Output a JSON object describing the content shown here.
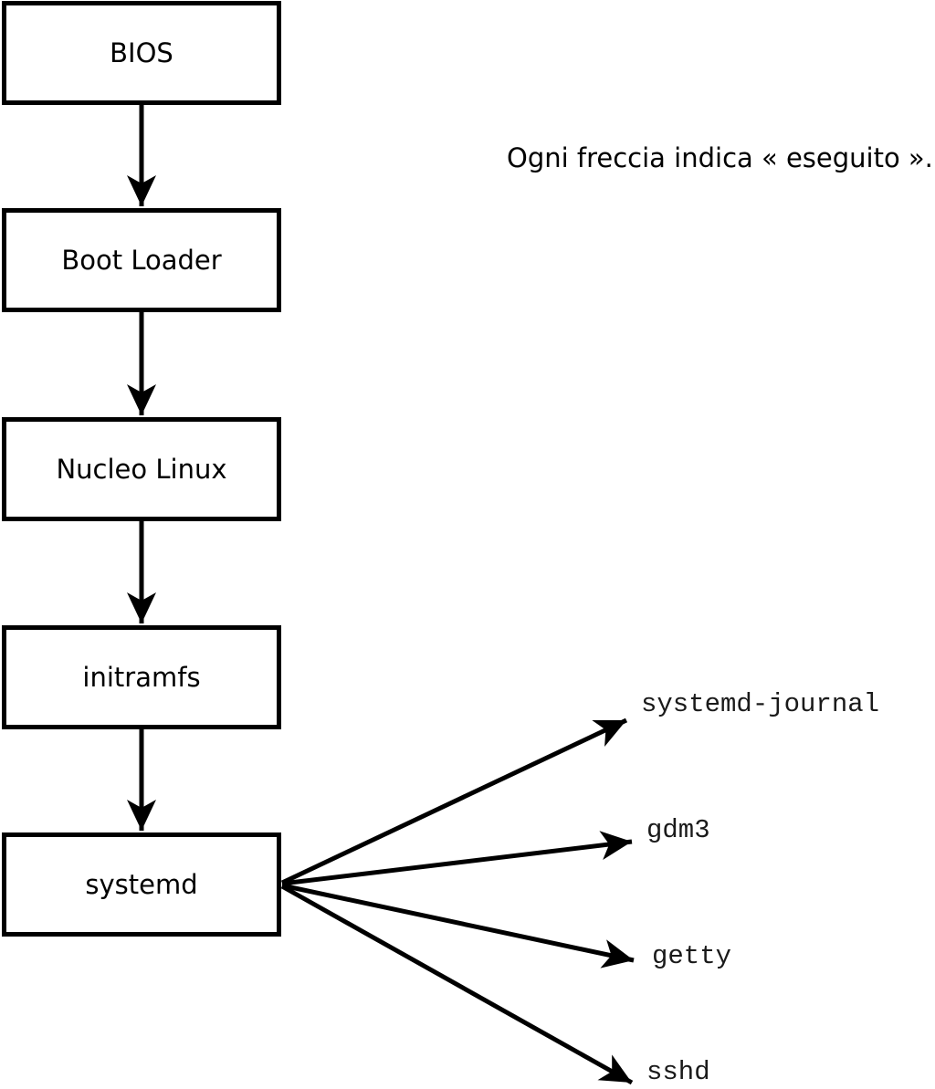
{
  "diagram": {
    "note": "Ogni freccia indica « eseguito ».",
    "chain": [
      {
        "id": "bios",
        "label": "BIOS"
      },
      {
        "id": "bootloader",
        "label": "Boot Loader"
      },
      {
        "id": "kernel",
        "label": "Nucleo Linux"
      },
      {
        "id": "initramfs",
        "label": "initramfs"
      },
      {
        "id": "systemd",
        "label": "systemd"
      }
    ],
    "services": [
      {
        "id": "systemd-journal",
        "label": "systemd-journal"
      },
      {
        "id": "gdm3",
        "label": "gdm3"
      },
      {
        "id": "getty",
        "label": "getty"
      },
      {
        "id": "sshd",
        "label": "sshd"
      }
    ],
    "colors": {
      "background": "#ffffff",
      "box_fill": "#ffffff",
      "box_border": "#000000",
      "arrow": "#000000",
      "text": "#000000"
    }
  }
}
